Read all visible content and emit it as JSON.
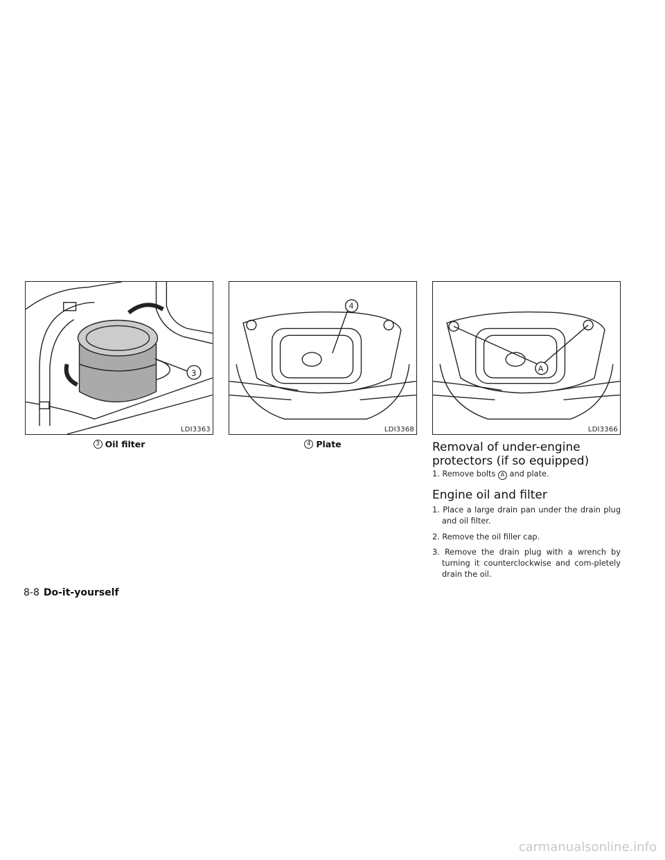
{
  "figures": [
    {
      "code": "LDI3363",
      "callout": "3",
      "caption": "Oil filter"
    },
    {
      "code": "LDI3368",
      "callout": "4",
      "caption": "Plate"
    },
    {
      "code": "LDI3366",
      "callout": "A"
    }
  ],
  "removal": {
    "heading_line1": "Removal of under-engine",
    "heading_line2": "protectors (if so equipped)",
    "step1_prefix": "1. Remove bolts",
    "step1_marker": "A",
    "step1_suffix": "and plate."
  },
  "engine_oil": {
    "heading": "Engine oil and filter",
    "steps": [
      "1. Place a large drain pan under the drain plug and oil filter.",
      "2. Remove the oil filler cap.",
      "3. Remove the drain plug with a wrench by turning it counterclockwise and com-pletely drain the oil."
    ]
  },
  "footer": {
    "page": "8-8",
    "section": "Do-it-yourself"
  },
  "watermark": "carmanualsonline.info"
}
